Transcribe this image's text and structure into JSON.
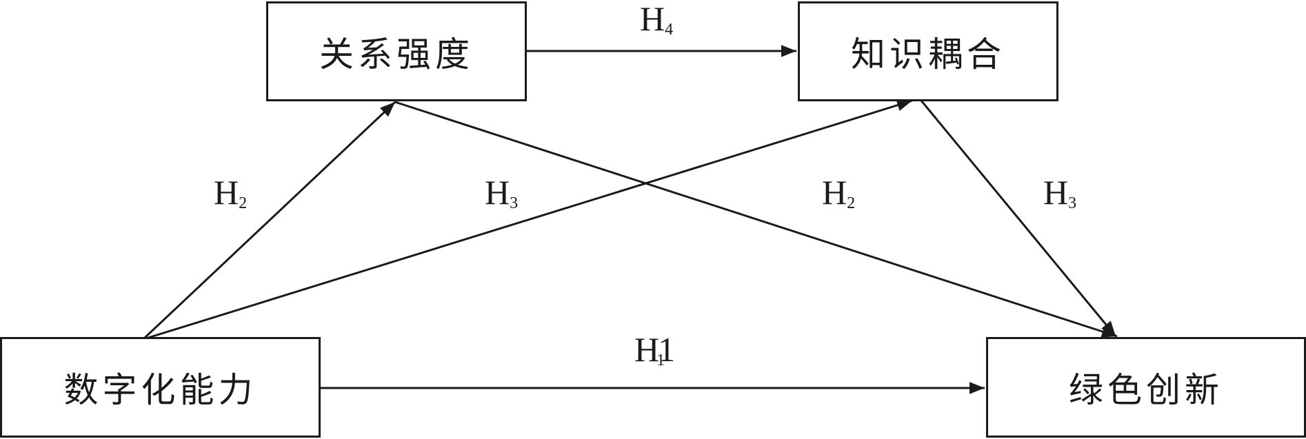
{
  "nodes": {
    "relationship_strength": "关系强度",
    "knowledge_coupling": "知识耦合",
    "digital_capability": "数字化能力",
    "green_innovation": "绿色创新"
  },
  "edges": [
    {
      "id": "h4",
      "from": "relationship_strength",
      "to": "knowledge_coupling",
      "label": "H",
      "sub": "4",
      "suffix": ""
    },
    {
      "id": "h2-left",
      "from": "digital_capability",
      "to": "relationship_strength",
      "label": "H",
      "sub": "2",
      "suffix": ""
    },
    {
      "id": "h3-left",
      "from": "digital_capability",
      "to": "knowledge_coupling",
      "label": "H",
      "sub": "3",
      "suffix": ""
    },
    {
      "id": "h2-right",
      "from": "relationship_strength",
      "to": "green_innovation",
      "label": "H",
      "sub": "2",
      "suffix": ""
    },
    {
      "id": "h3-right",
      "from": "knowledge_coupling",
      "to": "green_innovation",
      "label": "H",
      "sub": "3",
      "suffix": ""
    },
    {
      "id": "h1",
      "from": "digital_capability",
      "to": "green_innovation",
      "label": "H",
      "sub": "1",
      "suffix": "1"
    }
  ],
  "colors": {
    "stroke": "#1a1a1a",
    "background": "#ffffff"
  }
}
